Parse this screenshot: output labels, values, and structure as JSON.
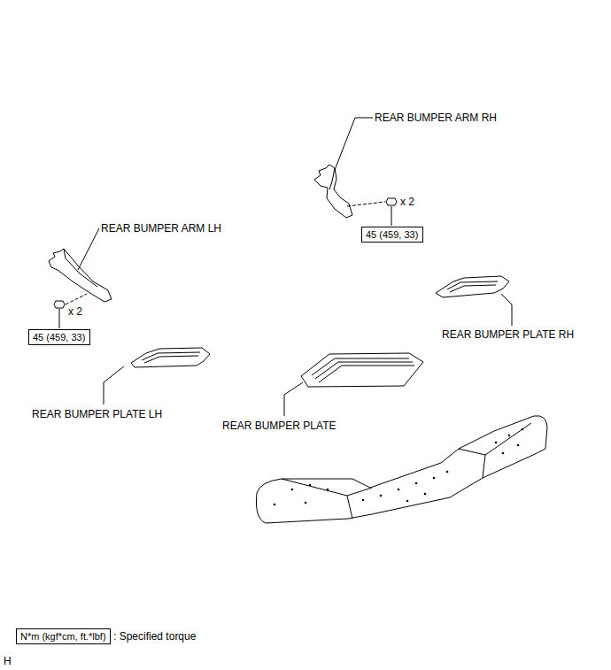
{
  "diagram": {
    "nodes": [
      {
        "text": [
          "45 (459, 33)"
        ]
      },
      {
        "text": [
          "45 (459, 33)"
        ]
      },
      {
        "text": [
          "N*m (kgf*cm, ft.*lbf)"
        ]
      }
    ],
    "labels": [
      "REAR BUMPER ARM RH",
      "x 2",
      "REAR BUMPER ARM LH",
      "x 2",
      "REAR BUMPER PLATE RH",
      "REAR BUMPER PLATE LH",
      "REAR BUMPER PLATE",
      ": Specified torque",
      "H"
    ]
  }
}
